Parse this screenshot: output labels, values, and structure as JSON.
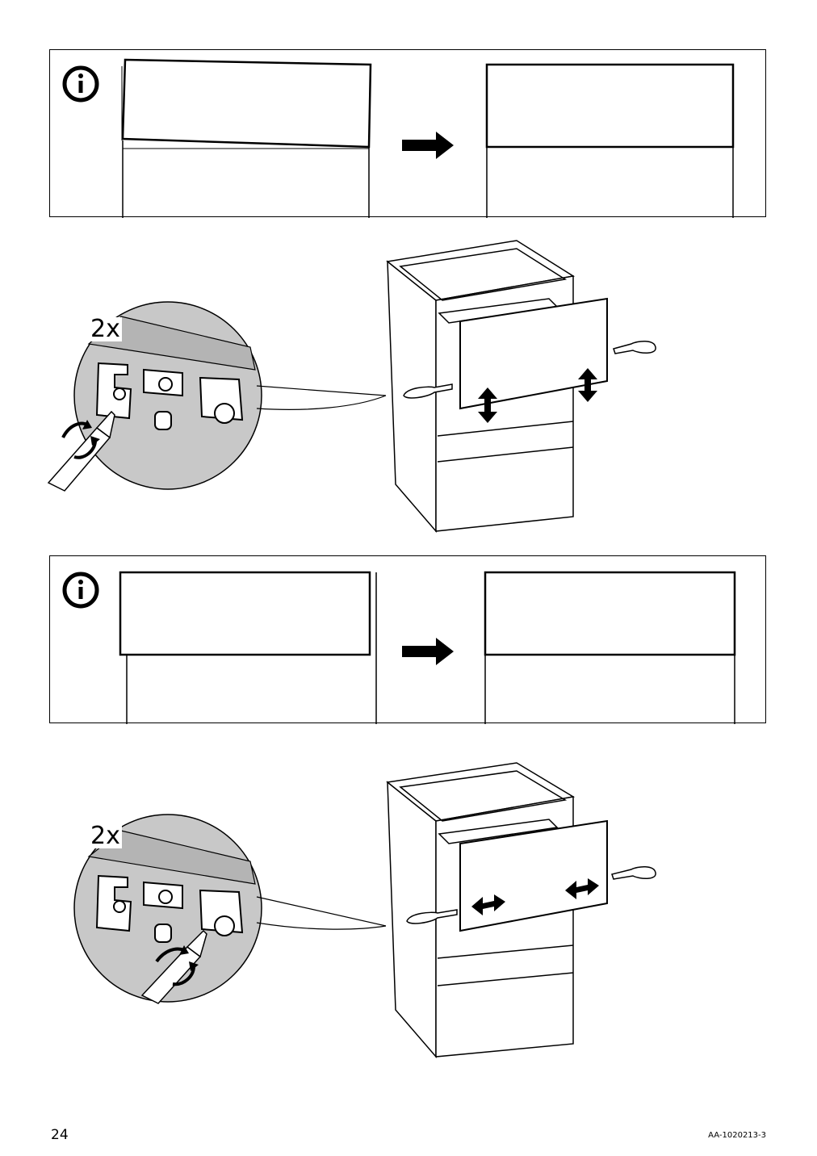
{
  "steps": [
    {
      "quantity": "2x",
      "adjust_direction": "vertical"
    },
    {
      "quantity": "2x",
      "adjust_direction": "horizontal"
    }
  ],
  "info_panels": [
    {
      "icon": "info-icon"
    },
    {
      "icon": "info-icon"
    }
  ],
  "footer": {
    "page_number": "24",
    "doc_code": "AA-1020213-3"
  },
  "colors": {
    "ink": "#000000",
    "zoom_fill": "#c8c8c8",
    "paper": "#ffffff"
  }
}
